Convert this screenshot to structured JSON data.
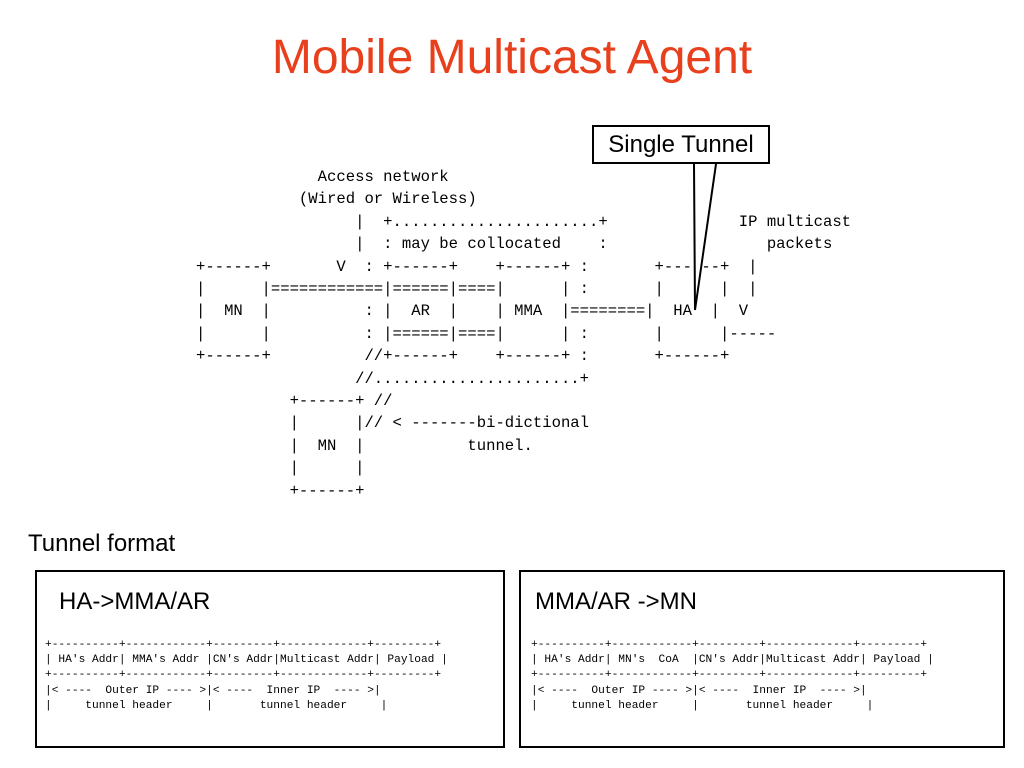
{
  "slide": {
    "title": "Mobile Multicast Agent",
    "title_color": "#e8401c"
  },
  "network_diagram": {
    "ascii": "             Access network\n           (Wired or Wireless)\n                 |  +......................+              IP multicast\n                 |  : may be collocated    :                 packets\n+------+       V  : +------+    +------+ :       +------+  |\n|      |============|======|====|      | :       |      |  |\n|  MN  |          : |  AR  |    | MMA  |========|  HA  |  V\n|      |          : |======|====|      | :       |      |-----\n+------+          //+------+    +------+ :       +------+\n                 //......................+\n          +------+ //\n          |      |// < -------bi-dictional\n          |  MN  |           tunnel.\n          |      |\n          +------+",
    "callout": "Single Tunnel"
  },
  "tunnel_format": {
    "label": "Tunnel format",
    "left": {
      "title": "HA->MMA/AR",
      "ascii": "+----------+------------+---------+-------------+---------+\n| HA's Addr| MMA's Addr |CN's Addr|Multicast Addr| Payload |\n+----------+------------+---------+-------------+---------+\n|< ----  Outer IP ---- >|< ----  Inner IP  ---- >|\n|     tunnel header     |       tunnel header     |"
    },
    "right": {
      "title": "MMA/AR ->MN",
      "ascii": "+----------+------------+---------+-------------+---------+\n| HA's Addr| MN's  CoA  |CN's Addr|Multicast Addr| Payload |\n+----------+------------+---------+-------------+---------+\n|< ----  Outer IP ---- >|< ----  Inner IP  ---- >|\n|     tunnel header     |       tunnel header     |"
    }
  }
}
